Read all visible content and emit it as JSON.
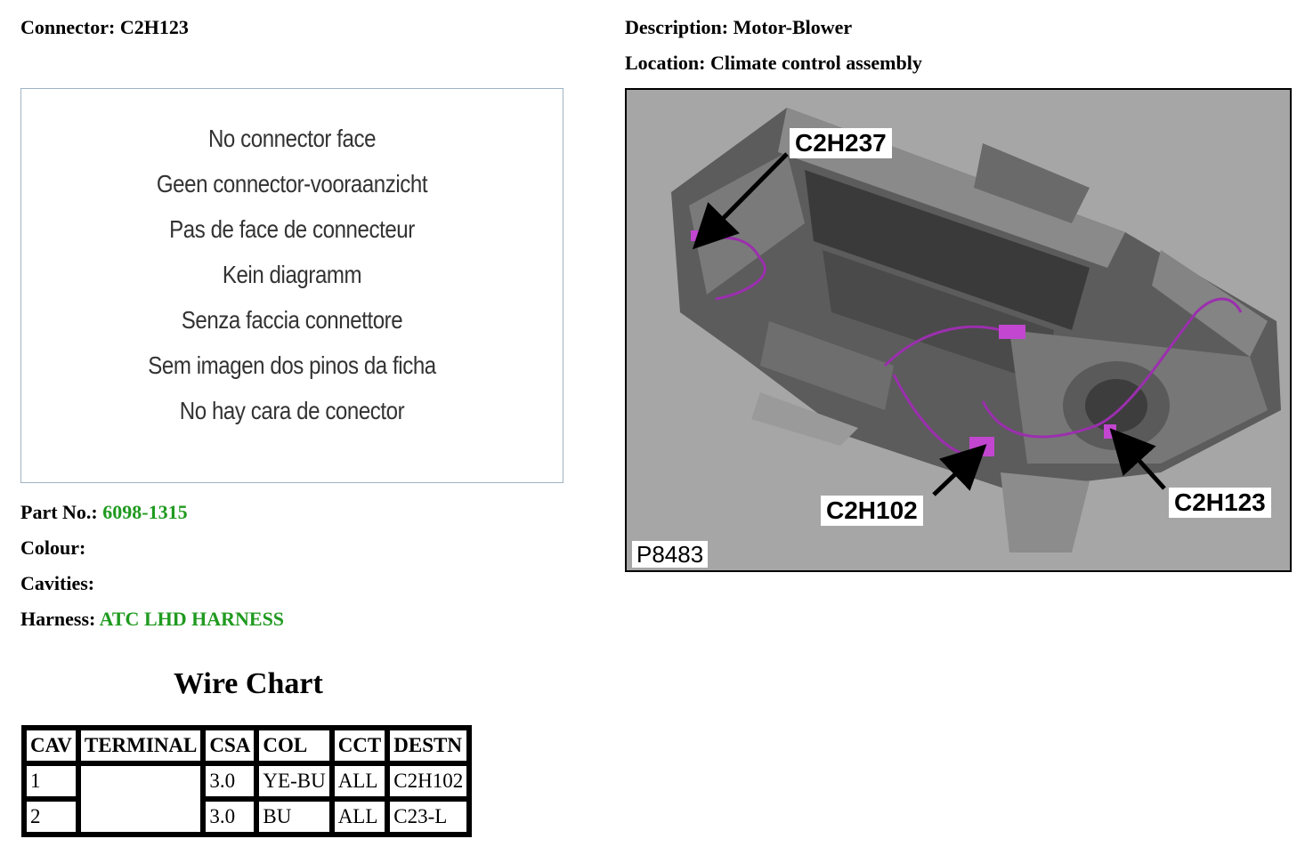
{
  "header": {
    "connector_label": "Connector:",
    "connector_value": "C2H123",
    "description_label": "Description:",
    "description_value": "Motor-Blower",
    "location_label": "Location:",
    "location_value": "Climate control assembly"
  },
  "no_connector_face": [
    "No connector face",
    "Geen connector-vooraanzicht",
    "Pas de face de connecteur",
    "Kein diagramm",
    "Senza faccia connettore",
    "Sem imagen dos pinos da ficha",
    "No hay cara de conector"
  ],
  "details": {
    "part_no_label": "Part No.:",
    "part_no_value": "6098-1315",
    "colour_label": "Colour:",
    "colour_value": "",
    "cavities_label": "Cavities:",
    "cavities_value": "",
    "harness_label": "Harness:",
    "harness_value": "ATC LHD HARNESS"
  },
  "wire_chart": {
    "title": "Wire Chart",
    "headers": [
      "CAV",
      "TERMINAL",
      "CSA",
      "COL",
      "CCT",
      "DESTN"
    ],
    "rows": [
      {
        "cav": "1",
        "terminal": "",
        "csa": "3.0",
        "col": "YE-BU",
        "cct": "ALL",
        "destn": "C2H102"
      },
      {
        "cav": "2",
        "terminal": "",
        "csa": "3.0",
        "col": "BU",
        "cct": "ALL",
        "destn": "C23-L"
      }
    ]
  },
  "diagram": {
    "callouts": {
      "c2h237": "C2H237",
      "c2h102": "C2H102",
      "c2h123": "C2H123"
    },
    "figure_id": "P8483"
  },
  "colors": {
    "value_green": "#1f9a1f",
    "harness_wire": "#9b2fae",
    "diagram_bg": "#a6a6a6"
  }
}
